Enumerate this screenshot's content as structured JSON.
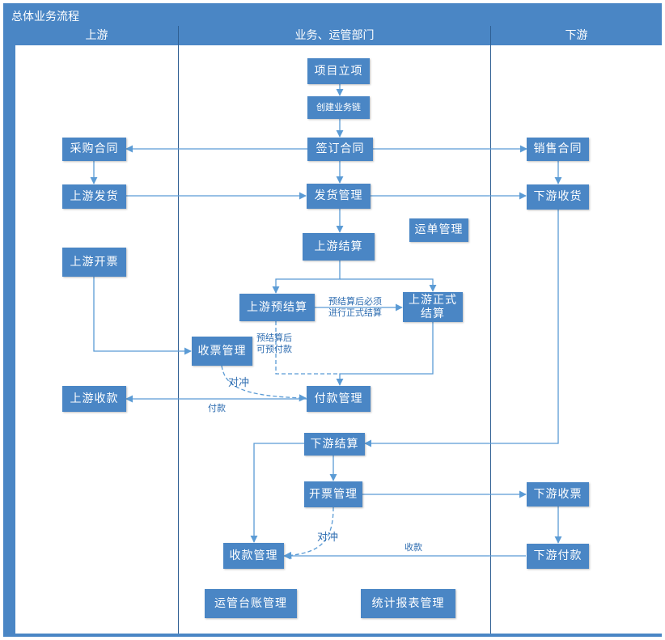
{
  "title": "总体业务流程",
  "lanes": {
    "upstream": "上游",
    "business": "业务、运管部门",
    "downstream": "下游"
  },
  "nodes": {
    "project_setup": "项目立项",
    "create_chain": "创建业务链",
    "sign_contract": "签订合同",
    "purchase_contract": "采购合同",
    "sales_contract": "销售合同",
    "up_ship": "上游发货",
    "ship_mgmt": "发货管理",
    "down_receive": "下游收货",
    "waybill_mgmt": "运单管理",
    "up_settle": "上游结算",
    "up_invoice": "上游开票",
    "up_pre_settle": "上游预结算",
    "up_formal_settle": "上游正式\n结算",
    "ticket_recv_mgmt": "收票管理",
    "payment_mgmt": "付款管理",
    "up_collect": "上游收款",
    "down_settle": "下游结算",
    "invoice_mgmt": "开票管理",
    "down_ticket_recv": "下游收票",
    "collect_mgmt": "收款管理",
    "down_pay": "下游付款",
    "ledger_mgmt": "运管台账管理",
    "report_mgmt": "统计报表管理"
  },
  "labels": {
    "pre_must_formal": "预结算后必须\n进行正式结算",
    "pre_can_prepay": "预结算后\n可预付款",
    "offset_1": "对冲",
    "payment": "付款",
    "offset_2": "对冲",
    "collection": "收款"
  },
  "colors": {
    "box": "#4a86c5",
    "line": "#5b9bd5",
    "note": "#2d6cb0"
  }
}
